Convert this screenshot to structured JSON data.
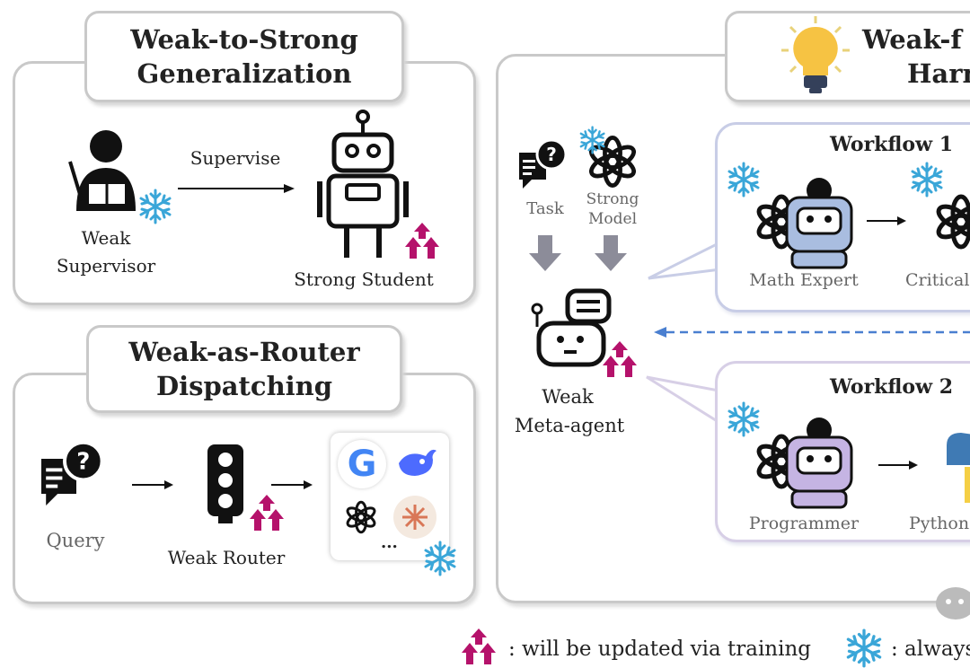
{
  "weak_to_strong": {
    "title_line1": "Weak-to-Strong",
    "title_line2": "Generalization",
    "supervisor_line1": "Weak",
    "supervisor_line2": "Supervisor",
    "arrow_label": "Supervise",
    "student": "Strong Student"
  },
  "weak_as_router": {
    "title_line1": "Weak-as-Router",
    "title_line2": "Dispatching",
    "query": "Query",
    "router": "Weak Router",
    "models_more": "...",
    "google_letter": "G"
  },
  "weak_for_harness": {
    "title_line1": "Weak-f",
    "title_line2": "Harn",
    "task": "Task",
    "strong_model_line1": "Strong",
    "strong_model_line2": "Model",
    "meta_line1": "Weak",
    "meta_line2": "Meta-agent",
    "workflow1": {
      "title": "Workflow 1",
      "agent1": "Math Expert",
      "agent2": "Critical"
    },
    "workflow2": {
      "title": "Workflow 2",
      "agent1": "Programmer",
      "agent2": "Python"
    }
  },
  "legend": {
    "updated": ": will be updated via training",
    "frozen": ": always"
  },
  "colors": {
    "update_arrow": "#b5126b",
    "snowflake": "#3aa6d8",
    "bulb": "#f6c343",
    "dashed": "#4a7fd0"
  }
}
